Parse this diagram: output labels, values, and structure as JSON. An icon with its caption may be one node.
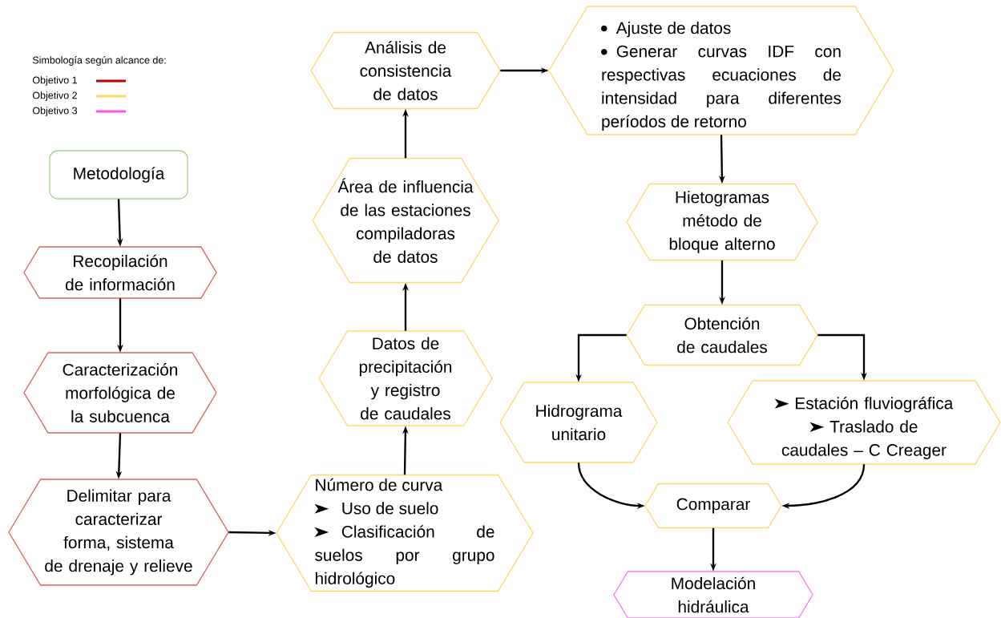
{
  "diagram": {
    "nodes": [
      {
        "text": [
          "Metodología"
        ]
      },
      {
        "text": [
          "Recopilación de información"
        ]
      },
      {
        "text": [
          "Caracterización morfológica de la subcuenca"
        ]
      },
      {
        "text": [
          "Delimitar para caracterizar forma, sistema de drenaje y relieve"
        ]
      },
      {
        "text": [
          "Número de curva",
          "Uso de suelo",
          "Clasificación de suelos por grupo hidrológico"
        ]
      },
      {
        "text": [
          "Datos de precipitación y registro de caudales"
        ]
      },
      {
        "text": [
          "Área de influencia de las estaciones compiladoras de datos"
        ]
      },
      {
        "text": [
          "Análisis de consistencia de datos"
        ]
      },
      {
        "text": [
          "Ajuste de datos",
          "Generar curvas IDF con respectivas ecuaciones de intensidad para diferentes períodos de retorno"
        ]
      },
      {
        "text": [
          "Hietogramas método de bloque alterno"
        ]
      },
      {
        "text": [
          "Obtención de caudales"
        ]
      },
      {
        "text": [
          "Hidrograma unitario"
        ]
      },
      {
        "text": [
          "Estación fluviográfica",
          "Traslado de caudales – C Creager"
        ]
      },
      {
        "text": [
          "Comparar"
        ]
      },
      {
        "text": [
          "Modelación hidráulica"
        ]
      }
    ],
    "edges": [
      {
        "from": 0,
        "to": 1,
        "arrow": "to"
      },
      {
        "from": 1,
        "to": 2,
        "arrow": "to"
      },
      {
        "from": 2,
        "to": 3,
        "arrow": "to"
      },
      {
        "from": 3,
        "to": 4,
        "arrow": "to"
      },
      {
        "from": 4,
        "to": 5,
        "arrow": "to"
      },
      {
        "from": 5,
        "to": 6,
        "arrow": "to"
      },
      {
        "from": 6,
        "to": 7,
        "arrow": "to"
      },
      {
        "from": 7,
        "to": 8,
        "arrow": "to"
      },
      {
        "from": 8,
        "to": 9,
        "arrow": "to"
      },
      {
        "from": 9,
        "to": 10,
        "arrow": "to"
      },
      {
        "from": 10,
        "to": 11,
        "arrow": "to"
      },
      {
        "from": 10,
        "to": 12,
        "arrow": "to"
      },
      {
        "from": 11,
        "to": 13,
        "arrow": "to"
      },
      {
        "from": 12,
        "to": 13,
        "arrow": "to"
      },
      {
        "from": 13,
        "to": 14,
        "arrow": "to"
      }
    ],
    "labels": [
      "Simbología según alcance de:"
    ],
    "legend": [
      {
        "text": "Objetivo 1",
        "color": "#c00000"
      },
      {
        "text": "Objetivo 2",
        "color": "#ffd966"
      },
      {
        "text": "Objetivo 3",
        "color": "#ff55ee"
      }
    ]
  }
}
